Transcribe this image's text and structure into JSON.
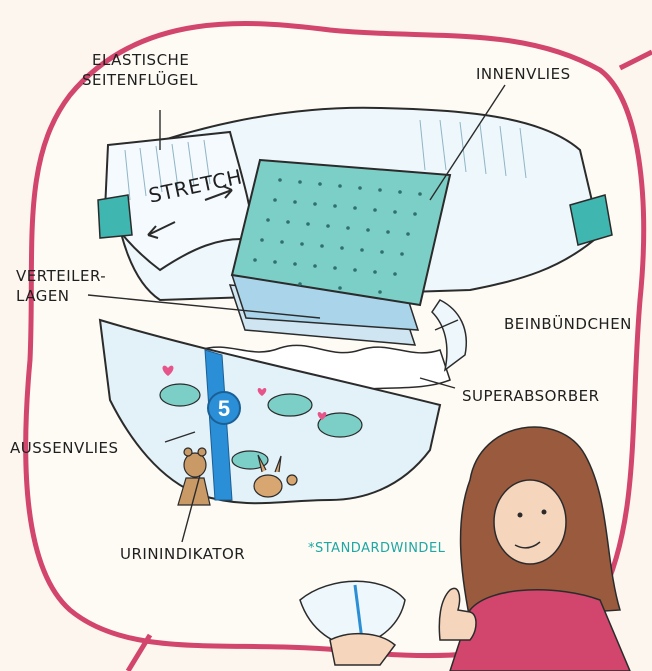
{
  "labels": {
    "elastische_seitenfluegel_1": "ELASTISCHE",
    "elastische_seitenfluegel_2": "SEITENFLÜGEL",
    "innenvlies": "INNENVLIES",
    "stretch": "STRETCH",
    "verteiler_1": "VERTEILER-",
    "verteiler_2": "LAGEN",
    "beinbuendchen": "BEINBÜNDCHEN",
    "superabsorber": "SUPERABSORBER",
    "aussenvlies": "AUSSENVLIES",
    "urinindikator": "URININDIKATOR",
    "standardwindel": "*STANDARDWINDEL",
    "size_number": "5"
  },
  "colors": {
    "frame": "#d2456c",
    "teal": "#3fb6b0",
    "pad": "#7ccfc7",
    "blue": "#2a8fd6",
    "background": "#fdf6ee"
  }
}
